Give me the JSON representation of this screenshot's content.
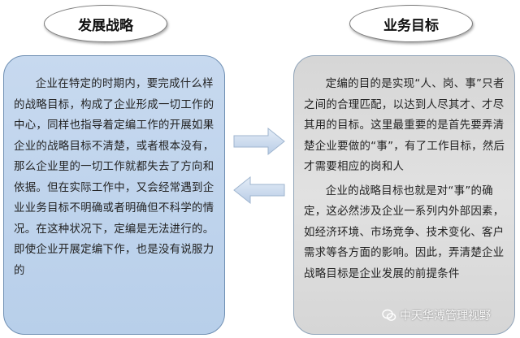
{
  "headers": {
    "left": "发展战略",
    "right": "业务目标"
  },
  "left_panel": {
    "paragraphs": [
      "企业在特定的时期内，要完成什么样的战略目标，构成了企业形成一切工作的中心，同样也指导着定编工作的开展如果企业的战略目标不清楚，或者根本没有，那么企业里的一切工作就都失去了方向和依据。但在实际工作中，又会经常遇到企业业务目标不明确或者明确但不科学的情况。在这种状况下，定编是无法进行的。即使企业开展定编下作，也是没有说服力的"
    ]
  },
  "right_panel": {
    "paragraphs": [
      "定编的目的是实现“人、岗、事”只者之间的合理匹配，以达到人尽其才、才尽其用的目标。这里最重要的是首先要弄清楚企业要做的“事”，有了工作目标，然后才需要相应的岗和人",
      "企业的战略目标也就是对“事”的确定，这必然涉及企业一系列内外部因素，如经济环境、市场竞争、技术变化、客户需求等各方面的影响。因此，弄清楚企业战略目标是企业发展的前提条件"
    ]
  },
  "arrows": {
    "top_direction": "right",
    "bottom_direction": "left",
    "color": "#bcd0e8"
  },
  "watermark": {
    "text": "中天华溥管理视野",
    "icon": "wechat-icon"
  }
}
